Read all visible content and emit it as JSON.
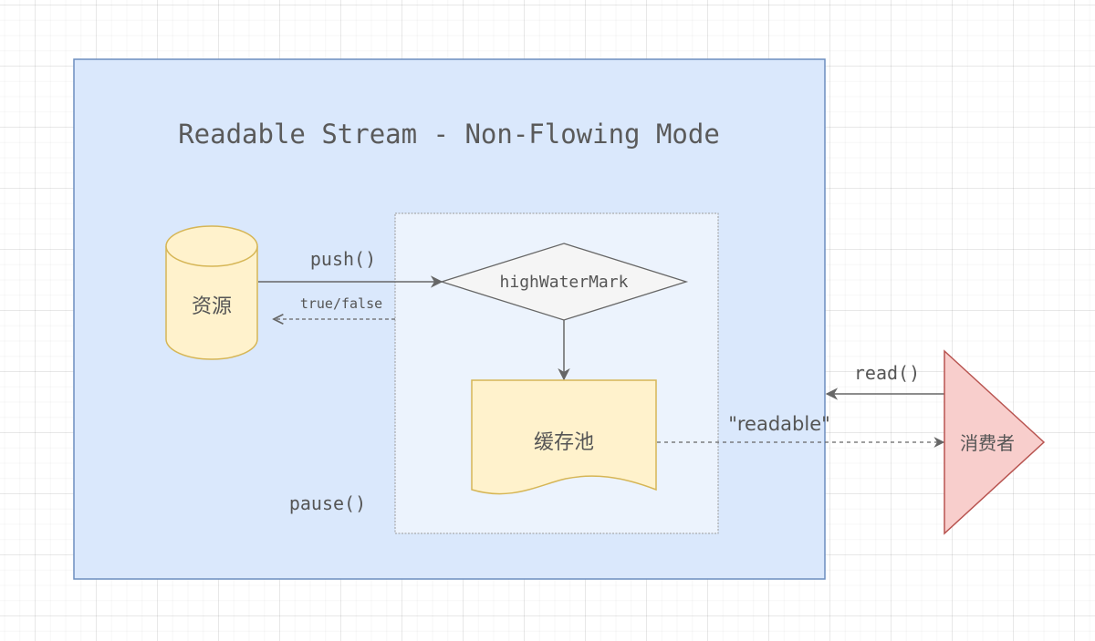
{
  "title": "Readable Stream - Non-Flowing Mode",
  "nodes": {
    "source": {
      "label": "资源",
      "shape": "cylinder"
    },
    "high_water_mark": {
      "label": "highWaterMark",
      "shape": "diamond"
    },
    "buffer": {
      "label": "缓存池",
      "shape": "document"
    },
    "consumer": {
      "label": "消费者",
      "shape": "triangle"
    }
  },
  "edges": {
    "push": {
      "label": "push()",
      "from": "source",
      "to": "high_water_mark",
      "style": "solid"
    },
    "return": {
      "label": "true/false",
      "from": "high_water_mark",
      "to": "source",
      "style": "dashed"
    },
    "hwm_to_buffer": {
      "label": "",
      "from": "high_water_mark",
      "to": "buffer",
      "style": "solid"
    },
    "readable_event": {
      "label": "\"readable\"",
      "from": "buffer",
      "to": "consumer",
      "style": "dashed"
    },
    "read": {
      "label": "read()",
      "from": "consumer",
      "to": "stream",
      "style": "solid"
    }
  },
  "annotations": {
    "pause": "pause()"
  },
  "colors": {
    "container_fill": "#dae8fc",
    "container_stroke": "#6c8ebf",
    "inner_fill": "#ecf3fd",
    "inner_stroke": "#999999",
    "node_yellow_fill": "#fff2cc",
    "node_yellow_stroke": "#d6b656",
    "diamond_fill": "#f5f5f5",
    "diamond_stroke": "#666666",
    "consumer_fill": "#f8cecc",
    "consumer_stroke": "#b85450",
    "edge": "#666666",
    "text": "#555555"
  }
}
